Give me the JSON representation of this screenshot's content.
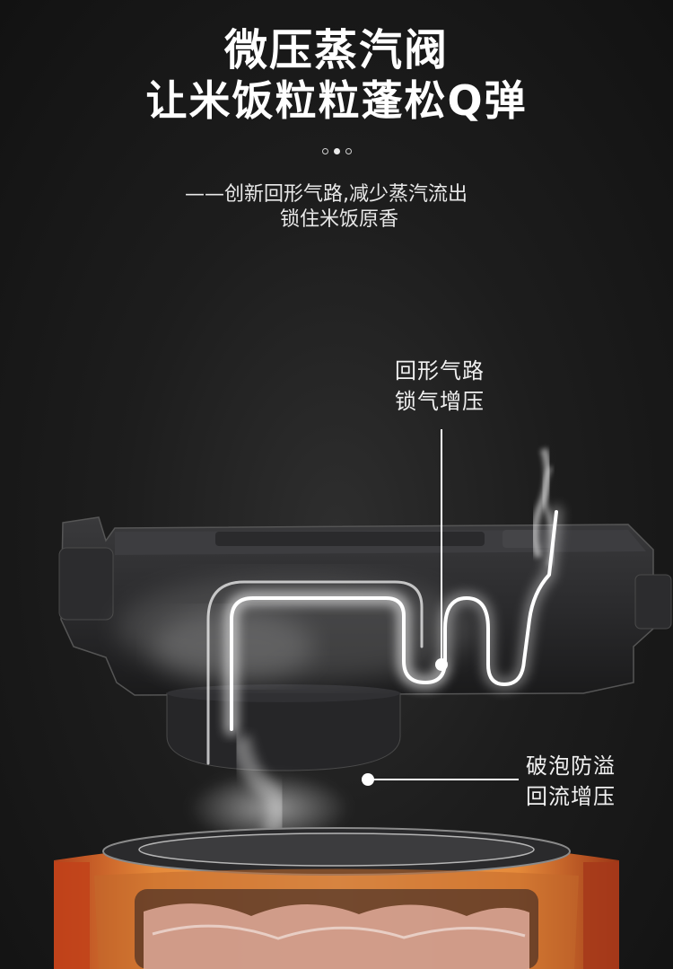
{
  "header": {
    "title_line1": "微压蒸汽阀",
    "title_line2": "让米饭粒粒蓬松Q弹",
    "dots": {
      "count": 3,
      "active_index": 1
    }
  },
  "subtitle": {
    "line1": "——创新回形气路,减少蒸汽流出",
    "line2": "锁住米饭原香"
  },
  "callouts": {
    "airway": {
      "line1": "回形气路",
      "line2": "锁气增压"
    },
    "overflow": {
      "line1": "破泡防溢",
      "line2": "回流增压"
    }
  },
  "colors": {
    "background": "#1b1b1b",
    "text": "#ffffff",
    "pot_orange": "#e07a2e",
    "rice_pink": "#f0b8a8"
  }
}
